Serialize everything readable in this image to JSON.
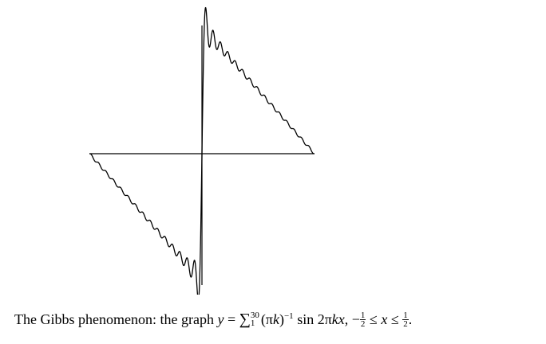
{
  "figure": {
    "n_terms": 30,
    "x_range": [
      -0.5,
      0.5
    ],
    "stroke_color": "#000000"
  },
  "caption": {
    "text": "The Gibbs phenomenon: the graph",
    "formula": "y = ∑_1^30 (πk)^−1 sin 2πkx, −1/2 ≤ x ≤ 1/2."
  }
}
